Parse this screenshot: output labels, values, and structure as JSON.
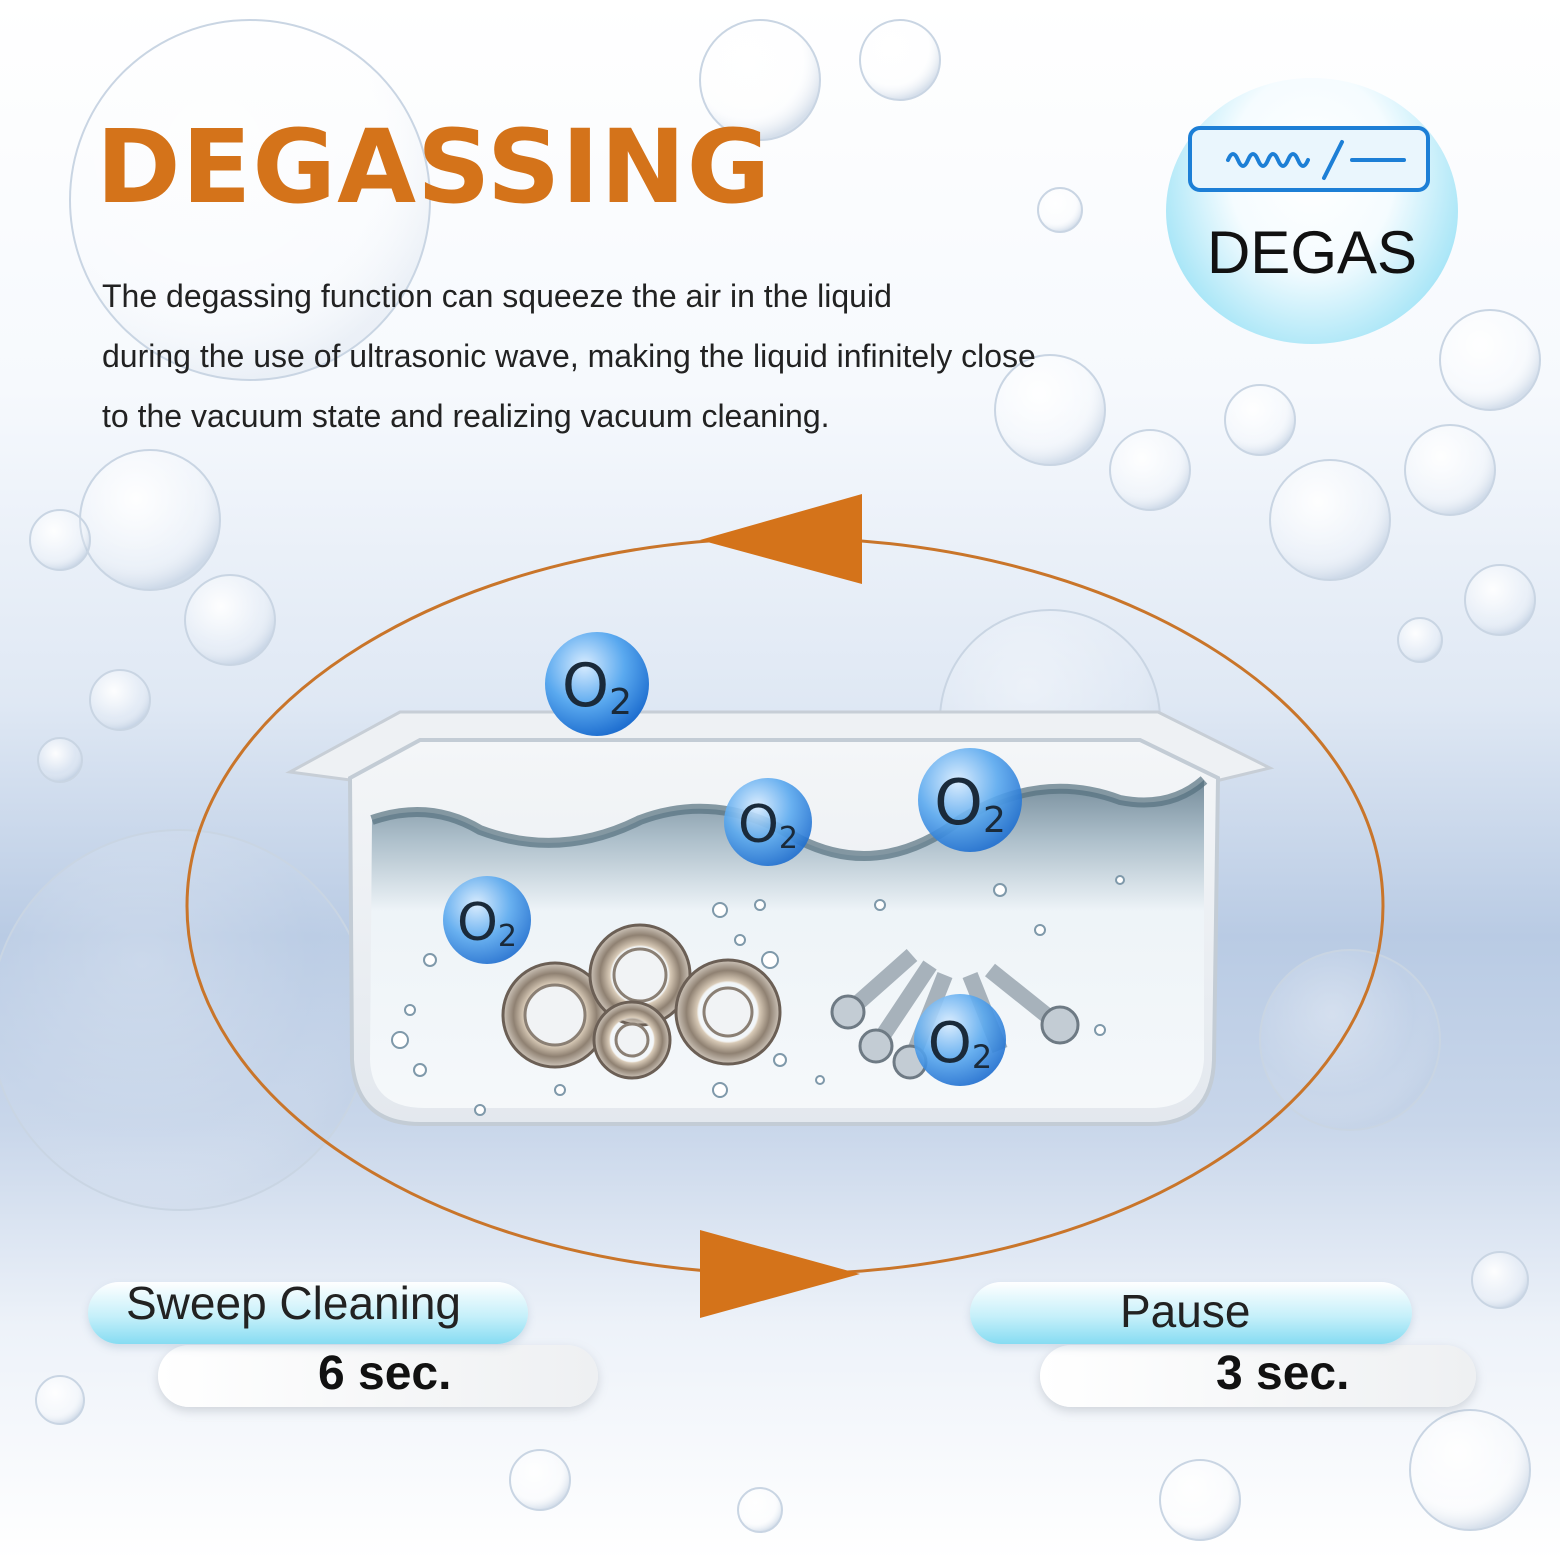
{
  "title": "DEGASSING",
  "description": [
    "The degassing function can squeeze the air in the liquid",
    "during the use of ultrasonic wave, making the liquid infinitely close",
    "to the vacuum state and realizing vacuum cleaning."
  ],
  "badge": {
    "label": "DEGAS",
    "icon": "wave-to-flat-line-icon"
  },
  "bubble_label": {
    "main": "O",
    "subscript": "2"
  },
  "phases": [
    {
      "label": "Sweep Cleaning",
      "duration": "6 sec."
    },
    {
      "label": "Pause",
      "duration": "3 sec."
    }
  ],
  "colors": {
    "accent": "#d4731a",
    "badge_border": "#1d7fd6",
    "bubble": "#3d8fe0",
    "pill": "#9ae2f4"
  }
}
